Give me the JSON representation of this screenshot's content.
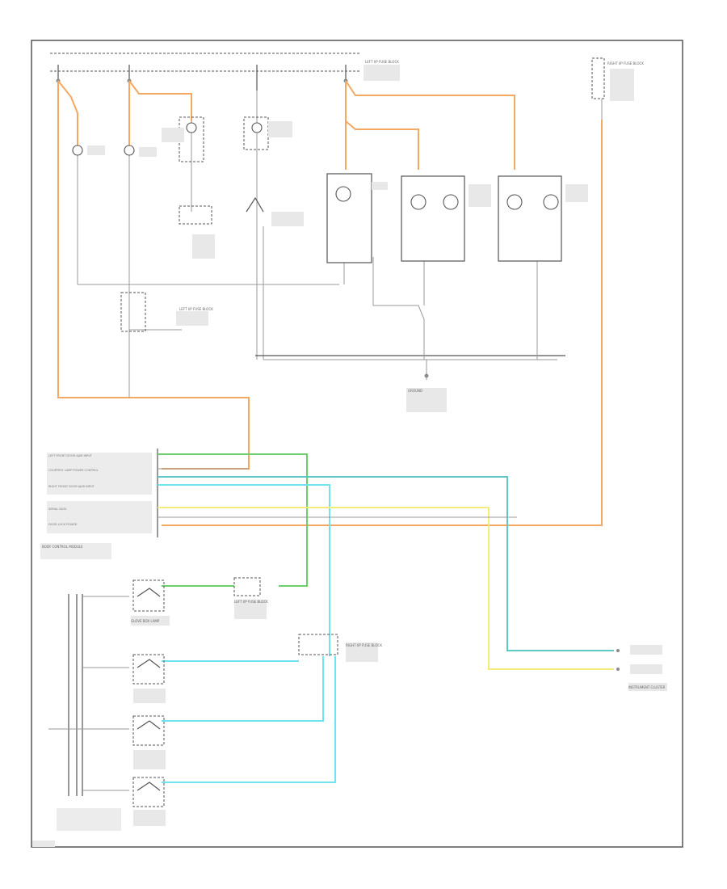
{
  "diagram": {
    "labels": {
      "left_ip_fuse_block_top": "LEFT I/P FUSE BLOCK",
      "right_ip_fuse_block_top": "RIGHT I/P FUSE BLOCK",
      "left_ip_fuse_block_mid": "LEFT I/P FUSE BLOCK",
      "left_ip_fuse_block_low": "LEFT I/P FUSE BLOCK",
      "right_ip_fuse_block_low": "RIGHT I/P FUSE BLOCK",
      "body_control_module": "BODY CONTROL MODULE",
      "instrument_cluster": "INSTRUMENT CLUSTER",
      "glove_box_lamp": "GLOVE BOX LAMP",
      "ground_ref": "GROUND"
    },
    "bcm_pins": [
      "LEFT FRONT DOOR AJAR INPUT",
      "COURTESY LAMP POWER CONTROL",
      "RIGHT FRONT DOOR AJAR INPUT",
      "SERIAL DATA",
      "DOOR LOCK POWER"
    ]
  }
}
